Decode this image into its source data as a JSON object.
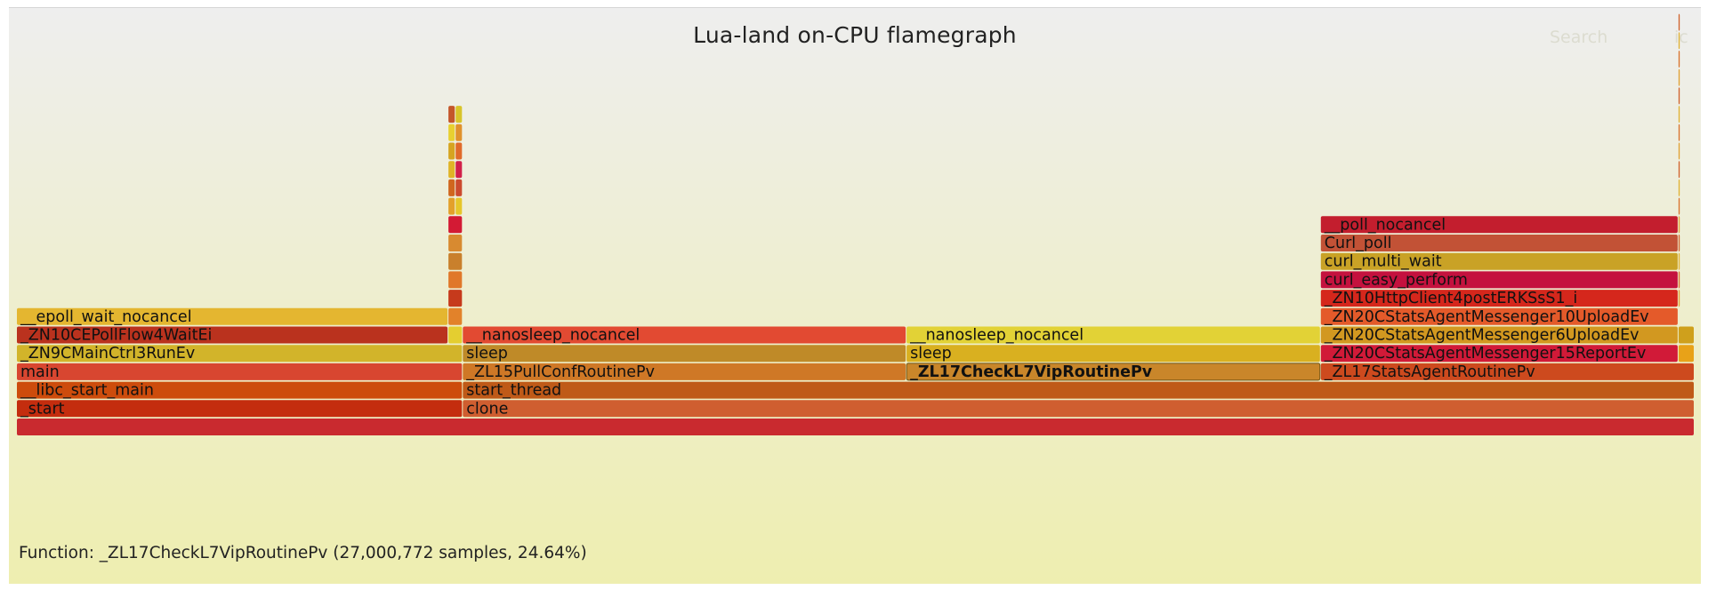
{
  "header": {
    "title": "Lua-land on-CPU flamegraph",
    "search_label": "Search",
    "ic_label": "ic"
  },
  "details": {
    "text": "Function: _ZL17CheckL7VipRoutinePv (27,000,772 samples, 24.64%)"
  },
  "chart_data": {
    "type": "flamegraph",
    "title": "Lua-land on-CPU flamegraph",
    "selected": "_ZL17CheckL7VipRoutinePv",
    "selected_samples": 27000772,
    "selected_percent": 24.64,
    "total_width": 1.0,
    "frames": [
      {
        "name": "",
        "depth": 0,
        "start": 0.0,
        "width": 1.0,
        "color": "#c92a2f"
      },
      {
        "name": "_start",
        "depth": 1,
        "start": 0.0,
        "width": 0.2658,
        "color": "#c42d0e"
      },
      {
        "name": "clone",
        "depth": 1,
        "start": 0.2658,
        "width": 0.7342,
        "color": "#cf5e30"
      },
      {
        "name": "__libc_start_main",
        "depth": 2,
        "start": 0.0,
        "width": 0.2658,
        "color": "#cd4c0c"
      },
      {
        "name": "start_thread",
        "depth": 2,
        "start": 0.2658,
        "width": 0.7342,
        "color": "#bf5a18"
      },
      {
        "name": "main",
        "depth": 3,
        "start": 0.0,
        "width": 0.2658,
        "color": "#d84630"
      },
      {
        "name": "_ZL15PullConfRoutinePv",
        "depth": 3,
        "start": 0.2658,
        "width": 0.2645,
        "color": "#cf7826"
      },
      {
        "name": "_ZL17CheckL7VipRoutinePv",
        "depth": 3,
        "start": 0.5303,
        "width": 0.2469,
        "color": "#c9862a",
        "bold": true
      },
      {
        "name": "_ZL17StatsAgentRoutinePv",
        "depth": 3,
        "start": 0.7772,
        "width": 0.2228,
        "color": "#cd4a1e"
      },
      {
        "name": "_ZN9CMainCtrl3RunEv",
        "depth": 4,
        "start": 0.0,
        "width": 0.2658,
        "color": "#d2b42a"
      },
      {
        "name": "sleep",
        "depth": 4,
        "start": 0.2658,
        "width": 0.2645,
        "color": "#bf8a28"
      },
      {
        "name": "sleep",
        "depth": 4,
        "start": 0.5303,
        "width": 0.2469,
        "color": "#d9b020"
      },
      {
        "name": "_ZN20CStatsAgentMessenger15ReportEv",
        "depth": 4,
        "start": 0.7772,
        "width": 0.2132,
        "color": "#d11a38"
      },
      {
        "name": "",
        "depth": 4,
        "start": 0.9904,
        "width": 0.0096,
        "color": "#e8a218"
      },
      {
        "name": "_ZN10CEPollFlow4WaitEi",
        "depth": 5,
        "start": 0.0,
        "width": 0.2572,
        "color": "#ba321e"
      },
      {
        "name": "",
        "depth": 5,
        "start": 0.2572,
        "width": 0.0086,
        "color": "#e4ce30"
      },
      {
        "name": "__nanosleep_nocancel",
        "depth": 5,
        "start": 0.2658,
        "width": 0.2645,
        "color": "#e24a32"
      },
      {
        "name": "__nanosleep_nocancel",
        "depth": 5,
        "start": 0.5303,
        "width": 0.2469,
        "color": "#e2d236"
      },
      {
        "name": "_ZN20CStatsAgentMessenger6UploadEv",
        "depth": 5,
        "start": 0.7772,
        "width": 0.2132,
        "color": "#d29820"
      },
      {
        "name": "",
        "depth": 5,
        "start": 0.9904,
        "width": 0.0096,
        "color": "#cfa01c"
      },
      {
        "name": "__epoll_wait_nocancel",
        "depth": 6,
        "start": 0.0,
        "width": 0.2572,
        "color": "#e4b630"
      },
      {
        "name": "",
        "depth": 6,
        "start": 0.2572,
        "width": 0.0086,
        "color": "#e2822a"
      },
      {
        "name": "_ZN20CStatsAgentMessenger10UploadEv",
        "depth": 6,
        "start": 0.7772,
        "width": 0.2132,
        "color": "#e45a2a"
      },
      {
        "name": "",
        "depth": 7,
        "start": 0.2572,
        "width": 0.0086,
        "color": "#c63a1c"
      },
      {
        "name": "_ZN10HttpClient4postERKSsS1_i",
        "depth": 7,
        "start": 0.7772,
        "width": 0.2132,
        "color": "#d5271c"
      },
      {
        "name": "",
        "depth": 8,
        "start": 0.2572,
        "width": 0.0086,
        "color": "#e0782a"
      },
      {
        "name": "curl_easy_perform",
        "depth": 8,
        "start": 0.7772,
        "width": 0.2132,
        "color": "#c4123e"
      },
      {
        "name": "",
        "depth": 9,
        "start": 0.2572,
        "width": 0.0086,
        "color": "#c9802c"
      },
      {
        "name": "curl_multi_wait",
        "depth": 9,
        "start": 0.7772,
        "width": 0.2132,
        "color": "#c9a226"
      },
      {
        "name": "",
        "depth": 10,
        "start": 0.2572,
        "width": 0.0086,
        "color": "#d88a30"
      },
      {
        "name": "Curl_poll",
        "depth": 10,
        "start": 0.7772,
        "width": 0.2132,
        "color": "#c25236"
      },
      {
        "name": "",
        "depth": 11,
        "start": 0.2572,
        "width": 0.0086,
        "color": "#d31a34"
      },
      {
        "name": "__poll_nocancel",
        "depth": 11,
        "start": 0.7772,
        "width": 0.2132,
        "color": "#c31e2e"
      },
      {
        "name": "",
        "depth": 12,
        "start": 0.2572,
        "width": 0.0043,
        "color": "#e3a02a"
      },
      {
        "name": "",
        "depth": 12,
        "start": 0.2615,
        "width": 0.0043,
        "color": "#e6c62a"
      },
      {
        "name": "",
        "depth": 13,
        "start": 0.2572,
        "width": 0.0043,
        "color": "#d0661e"
      },
      {
        "name": "",
        "depth": 13,
        "start": 0.2615,
        "width": 0.0043,
        "color": "#cc4a2e"
      },
      {
        "name": "",
        "depth": 14,
        "start": 0.2572,
        "width": 0.0043,
        "color": "#e0b426"
      },
      {
        "name": "",
        "depth": 14,
        "start": 0.2615,
        "width": 0.0043,
        "color": "#d2204a"
      },
      {
        "name": "",
        "depth": 15,
        "start": 0.2572,
        "width": 0.0043,
        "color": "#d6a420"
      },
      {
        "name": "",
        "depth": 15,
        "start": 0.2615,
        "width": 0.0043,
        "color": "#e06a2a"
      },
      {
        "name": "",
        "depth": 16,
        "start": 0.2572,
        "width": 0.0043,
        "color": "#e8d030"
      },
      {
        "name": "",
        "depth": 16,
        "start": 0.2615,
        "width": 0.0043,
        "color": "#e0922c"
      },
      {
        "name": "",
        "depth": 17,
        "start": 0.2572,
        "width": 0.0043,
        "color": "#c4562a"
      },
      {
        "name": "",
        "depth": 17,
        "start": 0.2615,
        "width": 0.0043,
        "color": "#d8c42a"
      },
      {
        "name": "",
        "depth": 7,
        "start": 0.9904,
        "width": 0.0012,
        "color": "#e0a030"
      },
      {
        "name": "",
        "depth": 8,
        "start": 0.9904,
        "width": 0.0012,
        "color": "#d87028"
      },
      {
        "name": "",
        "depth": 9,
        "start": 0.9904,
        "width": 0.0012,
        "color": "#e0b030"
      },
      {
        "name": "",
        "depth": 10,
        "start": 0.9904,
        "width": 0.0012,
        "color": "#d06028"
      },
      {
        "name": "",
        "depth": 11,
        "start": 0.9904,
        "width": 0.0012,
        "color": "#e0a030"
      },
      {
        "name": "",
        "depth": 12,
        "start": 0.9904,
        "width": 0.0012,
        "color": "#d87028"
      },
      {
        "name": "",
        "depth": 13,
        "start": 0.9904,
        "width": 0.0012,
        "color": "#e0b030"
      },
      {
        "name": "",
        "depth": 14,
        "start": 0.9904,
        "width": 0.0012,
        "color": "#d06028"
      },
      {
        "name": "",
        "depth": 15,
        "start": 0.9904,
        "width": 0.0012,
        "color": "#e0a030"
      },
      {
        "name": "",
        "depth": 16,
        "start": 0.9904,
        "width": 0.0012,
        "color": "#d87028"
      },
      {
        "name": "",
        "depth": 17,
        "start": 0.9904,
        "width": 0.0012,
        "color": "#e0b030"
      },
      {
        "name": "",
        "depth": 18,
        "start": 0.9904,
        "width": 0.0012,
        "color": "#d06028"
      },
      {
        "name": "",
        "depth": 19,
        "start": 0.9904,
        "width": 0.0012,
        "color": "#e0a030"
      },
      {
        "name": "",
        "depth": 20,
        "start": 0.9904,
        "width": 0.0012,
        "color": "#d87028"
      },
      {
        "name": "",
        "depth": 21,
        "start": 0.9904,
        "width": 0.0012,
        "color": "#e0b030"
      },
      {
        "name": "",
        "depth": 22,
        "start": 0.9904,
        "width": 0.0012,
        "color": "#d06028"
      }
    ]
  }
}
